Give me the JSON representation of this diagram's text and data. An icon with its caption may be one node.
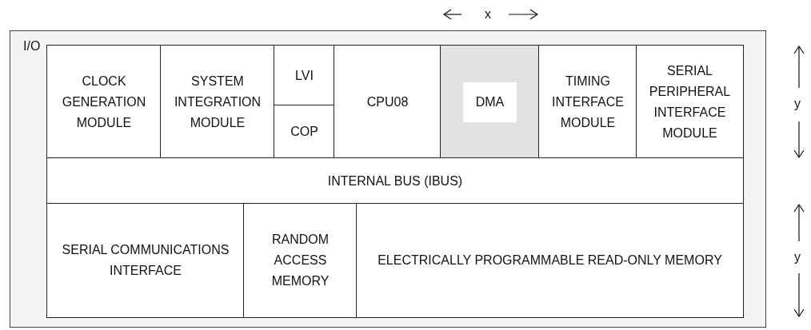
{
  "diagram": {
    "nodes": [
      {
        "text": [
          "I/O"
        ]
      },
      {
        "text": [
          "CLOCK GENERATION MODULE"
        ],
        "in": 0
      },
      {
        "text": [
          "SYSTEM INTEGRATION MODULE"
        ],
        "in": 0
      },
      {
        "text": [
          "LVI"
        ],
        "in": 0
      },
      {
        "text": [
          "COP"
        ],
        "in": 0
      },
      {
        "text": [
          "CPU08"
        ],
        "in": 0
      },
      {
        "text": [
          "DMA"
        ],
        "in": 0
      },
      {
        "text": [
          "TIMING INTERFACE MODULE"
        ],
        "in": 0
      },
      {
        "text": [
          "SERIAL PERIPHERAL INTERFACE MODULE"
        ],
        "in": 0
      },
      {
        "text": [
          "INTERNAL BUS (IBUS)"
        ],
        "in": 0
      },
      {
        "text": [
          "SERIAL COMMUNICATIONS INTERFACE"
        ],
        "in": 0
      },
      {
        "text": [
          "RANDOM ACCESS MEMORY"
        ],
        "in": 0
      },
      {
        "text": [
          "ELECTRICALLY PROGRAMMABLE READ-ONLY MEMORY"
        ],
        "in": 0
      }
    ],
    "labels": [
      "x",
      "y",
      "y"
    ]
  }
}
